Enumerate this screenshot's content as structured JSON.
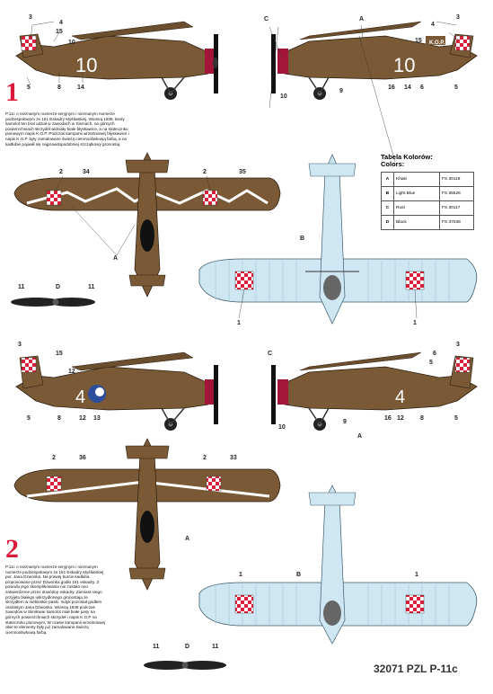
{
  "schemes": [
    {
      "number": "1",
      "description": "P.11c o nieznanym numerze seryjnym i nieznanym numerze podzespołowym ze 161 Eskadry Myśliwskiej. Wiosną 1939, kiedy samolot ten brał udział w zawodach w Siemach, na górnych powierzchniach skrzydeł widniały białe błyskawice, a na statecznku pionowym napis K.O.P. Podczas kampanii wrześniowej błyskawice i napis K.O.P. były zamalowane świeżą ciemnooliwkową farbą, a na kadłubie pojawił się najprawdopodobniej szczątkowy gronostaj."
    },
    {
      "number": "2",
      "description": "P.11c o nieznanym numerze seryjnym i nieznanym numerze podzespołowym ze 161 Eskadry Myśliwskiej por. Jana Dzwonka. Na prawej burcie kadłuba proponowane przez Dzwonka godło 161 eskadry. Z powodu jego skomplikowania nie zostało ono zatwierdzone przez dowódcę eskadry. Zamiast niego przyjęto białego uskrzydlonego gronostaja ze skrzydłem w niebieskie paski. Indyk pozostał godłem osobistym Jana Dzwonka. Wiosną 1939 podczas zawodów w Skniłowie samolot miał białe pasy na górnych powierzchniach skrzydeł i napis K.O.P na statecznku pionowym. W czasie kampanii wrześniowej obie te elementy były już zamalowane świeżą ciemnooliwkową farbą."
    }
  ],
  "callouts": {
    "s1_left": [
      "3",
      "4",
      "15",
      "10",
      "5",
      "8",
      "14"
    ],
    "s1_right": [
      "C",
      "A",
      "3",
      "4",
      "15",
      "10",
      "9",
      "16",
      "14",
      "6",
      "5"
    ],
    "s1_top": [
      "2",
      "34",
      "2",
      "35",
      "A",
      "11",
      "D",
      "11"
    ],
    "s1_bottom": [
      "B",
      "1",
      "1"
    ],
    "s2_left": [
      "3",
      "15",
      "12",
      "5",
      "8",
      "12",
      "13"
    ],
    "s2_right": [
      "C",
      "3",
      "6",
      "5",
      "10",
      "9",
      "A",
      "16",
      "12",
      "8",
      "5"
    ],
    "s2_top": [
      "2",
      "36",
      "2",
      "33",
      "A",
      "11",
      "D",
      "11"
    ],
    "s2_bottom": [
      "1",
      "B",
      "1"
    ]
  },
  "legend": {
    "title": "Tabela Kolorów:",
    "subtitle": "Colors:",
    "rows": [
      {
        "key": "A",
        "color": "Khaki",
        "fs": "FS 30118"
      },
      {
        "key": "B",
        "color": "Light Blue",
        "fs": "FS 35526"
      },
      {
        "key": "C",
        "color": "Rust",
        "fs": "FS 30117"
      },
      {
        "key": "D",
        "color": "Black",
        "fs": "FS 37038"
      }
    ]
  },
  "markings": {
    "kop": "K.O.P."
  },
  "footer": {
    "product": "32071 PZL P-11c"
  },
  "colors": {
    "khaki": "#7a5a36",
    "light_blue": "#cfe7f3",
    "rust": "#a3163a",
    "black": "#111111",
    "insignia_red": "#d8213b"
  }
}
